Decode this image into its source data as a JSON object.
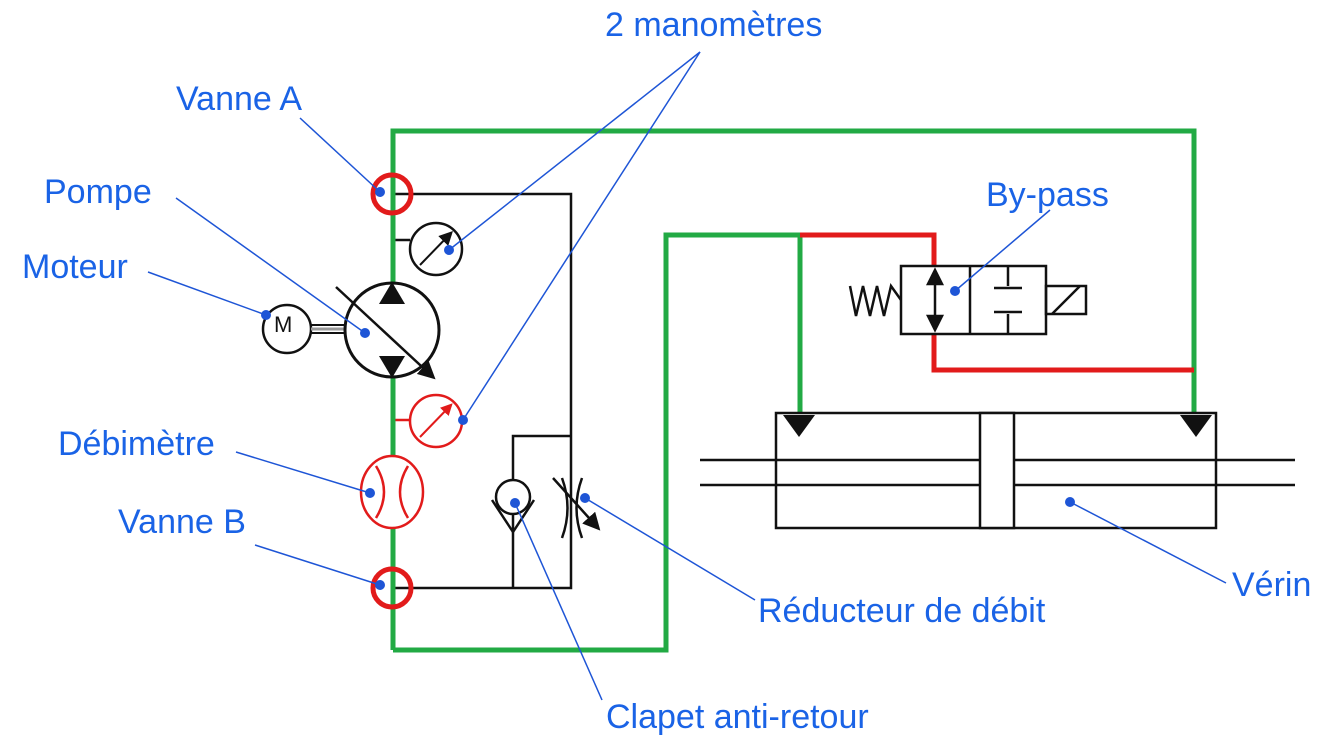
{
  "colors": {
    "label": "#1a63e6",
    "leader_dot": "#1e55d6",
    "circuit_green": "#22aa44",
    "circuit_red": "#e21b1b",
    "symbol_black": "#111111"
  },
  "labels": {
    "manometres": "2 manomètres",
    "vanne_a": "Vanne A",
    "pompe": "Pompe",
    "moteur": "Moteur",
    "debimetre": "Débimètre",
    "vanne_b": "Vanne B",
    "bypass": "By-pass",
    "verin": "Vérin",
    "reducteur": "Réducteur de débit",
    "clapet": "Clapet anti-retour"
  },
  "motor_symbol_letter": "M"
}
